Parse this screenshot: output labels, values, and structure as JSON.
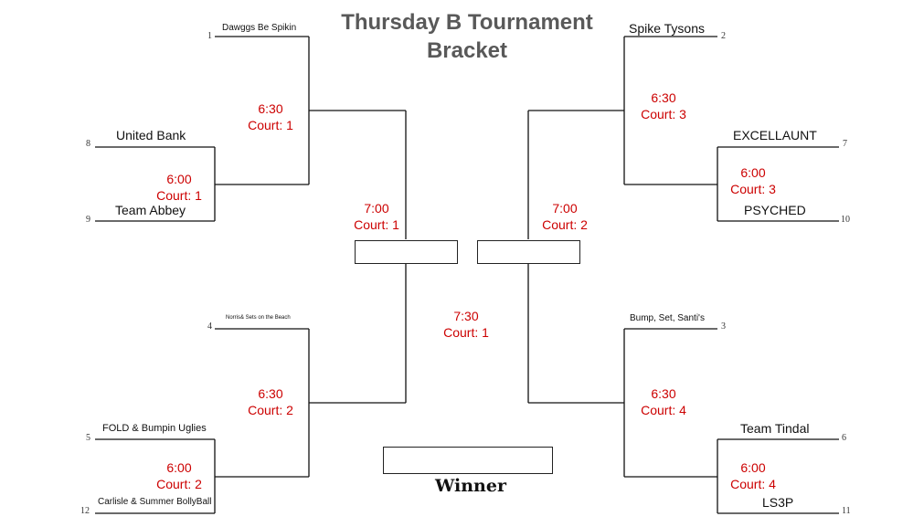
{
  "title": {
    "line1": "Thursday B Tournament",
    "line2": "Bracket"
  },
  "teams": {
    "seed1": {
      "seed": "1",
      "name": "Dawggs Be Spikin"
    },
    "seed8": {
      "seed": "8",
      "name": "United Bank"
    },
    "seed9": {
      "seed": "9",
      "name": "Team Abbey"
    },
    "seed4": {
      "seed": "4",
      "name": "Norris&  Sets on the Beach"
    },
    "seed5": {
      "seed": "5",
      "name": "FOLD & Bumpin Uglies"
    },
    "seed12": {
      "seed": "12",
      "name": "Carlisle & Summer BollyBall"
    },
    "seed2": {
      "seed": "2",
      "name": "Spike Tysons"
    },
    "seed7": {
      "seed": "7",
      "name": "EXCELLAUNT"
    },
    "seed10": {
      "seed": "10",
      "name": "PSYCHED"
    },
    "seed3": {
      "seed": "3",
      "name": "Bump, Set, Santi's"
    },
    "seed6": {
      "seed": "6",
      "name": "Team Tindal"
    },
    "seed11": {
      "seed": "11",
      "name": "LS3P"
    }
  },
  "matches": {
    "m8v9": {
      "time": "6:00",
      "court": "Court: 1"
    },
    "m1": {
      "time": "6:30",
      "court": "Court: 1"
    },
    "m5v12": {
      "time": "6:00",
      "court": "Court: 2"
    },
    "m4": {
      "time": "6:30",
      "court": "Court: 2"
    },
    "m7v10": {
      "time": "6:00",
      "court": "Court: 3"
    },
    "m2": {
      "time": "6:30",
      "court": "Court: 3"
    },
    "m6v11": {
      "time": "6:00",
      "court": "Court: 4"
    },
    "m3": {
      "time": "6:30",
      "court": "Court: 4"
    },
    "semiLeft": {
      "time": "7:00",
      "court": "Court: 1"
    },
    "semiRight": {
      "time": "7:00",
      "court": "Court: 2"
    },
    "final": {
      "time": "7:30",
      "court": "Court: 1"
    }
  },
  "winner_label": "Winner"
}
